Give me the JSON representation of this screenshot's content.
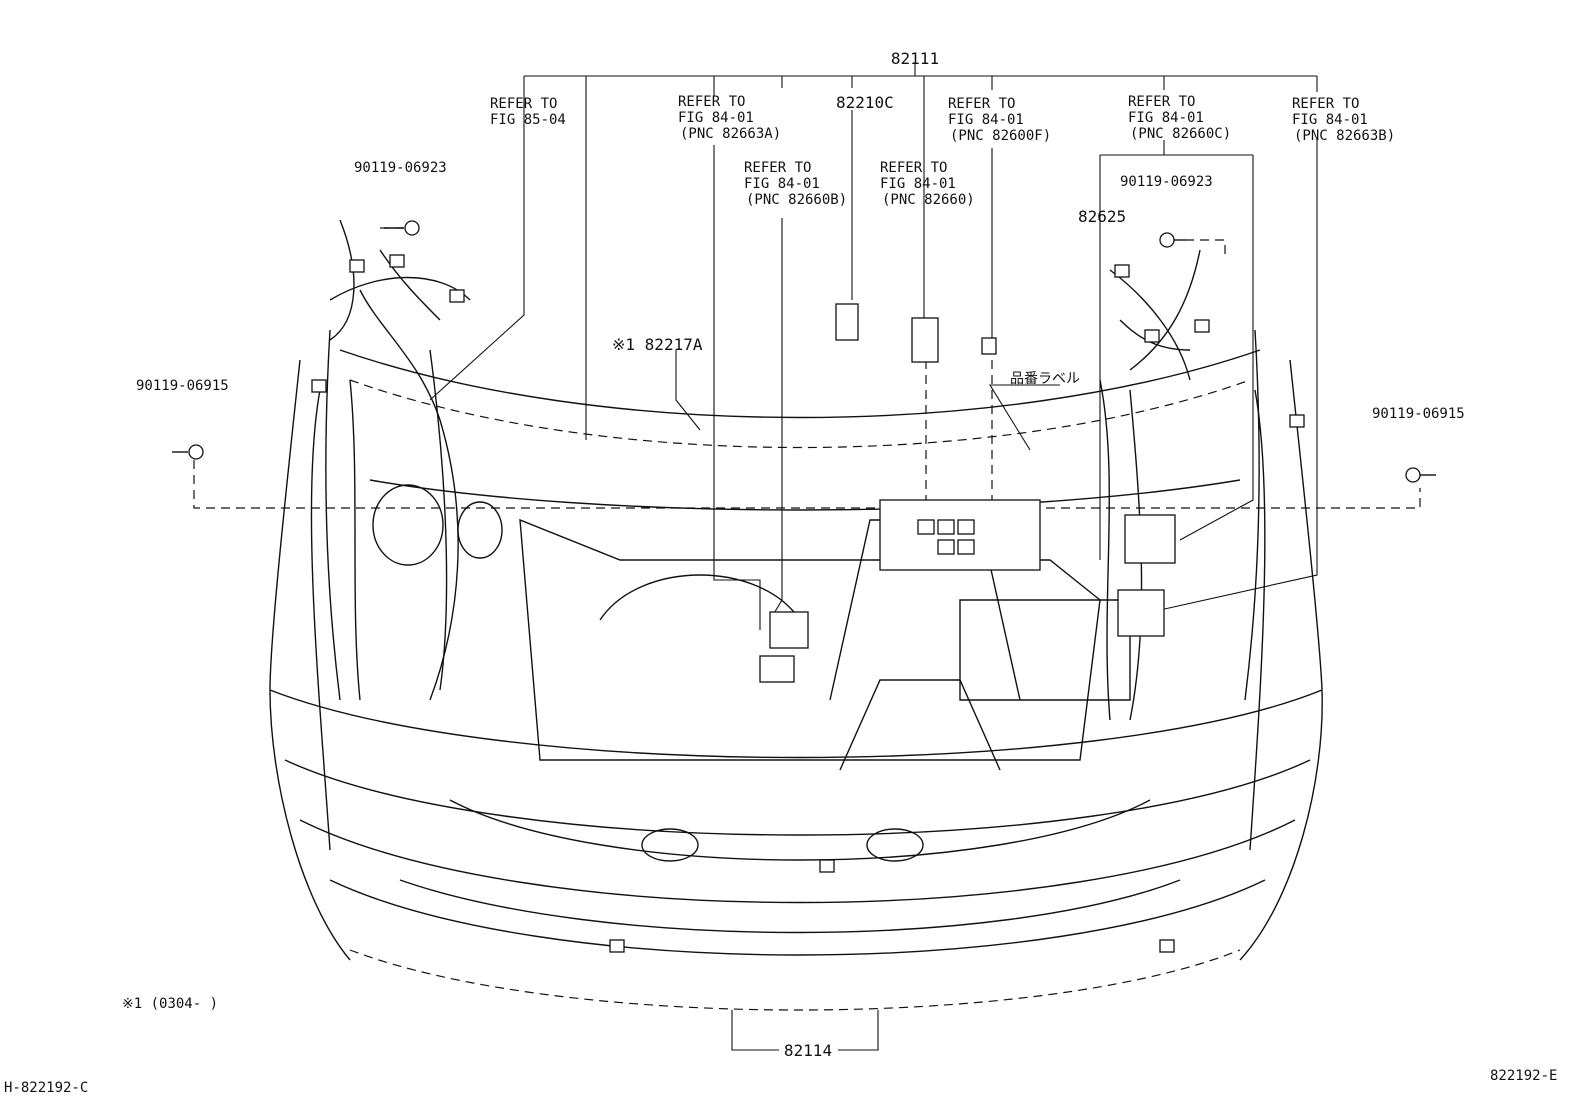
{
  "diagram": {
    "labels": {
      "assembly_top": "82111",
      "refer_fig85": [
        "REFER TO",
        "FIG 85-04"
      ],
      "refer_82663a": [
        "REFER TO",
        "FIG 84-01",
        "(PNC 82663A)"
      ],
      "refer_82660b": [
        "REFER TO",
        "FIG 84-01",
        "(PNC 82660B)"
      ],
      "part_82210c": "82210C",
      "refer_82660": [
        "REFER TO",
        "FIG 84-01",
        "(PNC 82660)"
      ],
      "refer_82600f": [
        "REFER TO",
        "FIG 84-01",
        "(PNC 82600F)"
      ],
      "refer_82660c": [
        "REFER TO",
        "FIG 84-01",
        "(PNC 82660C)"
      ],
      "refer_82663b": [
        "REFER TO",
        "FIG 84-01",
        "(PNC 82663B)"
      ],
      "bolt_left_top": "90119-06923",
      "bolt_right_top": "90119-06923",
      "part_82625": "82625",
      "part_82217a": "※1 82217A",
      "part_label_jp": "品番ラベル",
      "bolt_left": "90119-06915",
      "bolt_right": "90119-06915",
      "footnote": "※1 (0304-     )",
      "assembly_bottom": "82114",
      "drawing_id_left": "H-822192-C",
      "drawing_id_right": "822192-E"
    }
  }
}
